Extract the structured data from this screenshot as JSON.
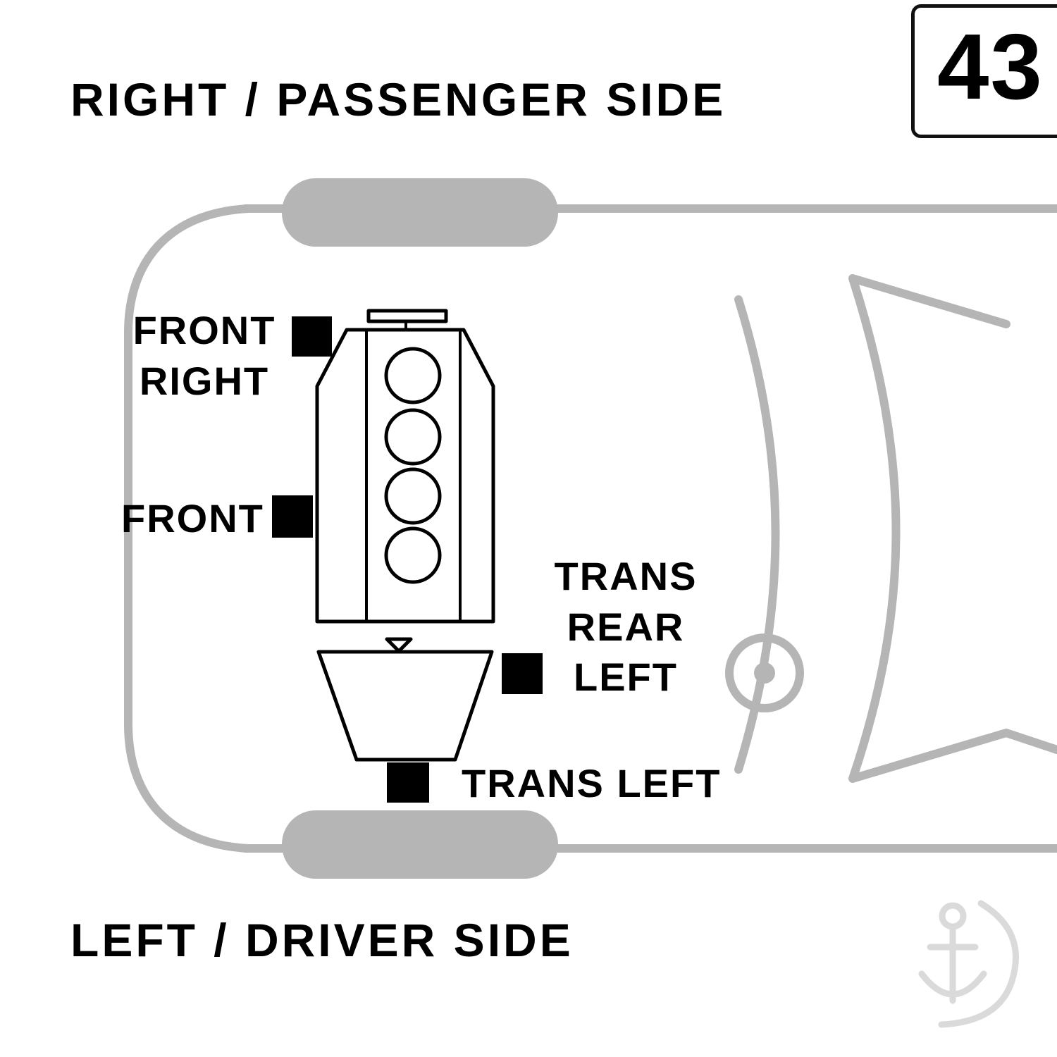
{
  "header": {
    "title_top": "RIGHT / PASSENGER SIDE",
    "title_bottom": "LEFT / DRIVER SIDE",
    "page_number": "43"
  },
  "diagram": {
    "mounts": {
      "front_right": {
        "label_lines": [
          "FRONT",
          "RIGHT"
        ]
      },
      "front": {
        "label_lines": [
          "FRONT"
        ]
      },
      "trans_rear_left": {
        "label_lines": [
          "TRANS",
          "REAR",
          "LEFT"
        ]
      },
      "trans_left": {
        "label_lines": [
          "TRANS LEFT"
        ]
      }
    },
    "icons": {
      "vehicle": "car-top-view-outline",
      "engine": "engine-block-4-cylinder",
      "transmission": "transmission-trapezoid",
      "marker": "black-square-mount-marker",
      "watermark": "anchor-logo-watermark"
    }
  },
  "colors": {
    "marker_black": "#000000",
    "car_gray": "#b5b5b5",
    "watermark_gray": "#dadada",
    "background": "#ffffff",
    "text": "#000000"
  }
}
